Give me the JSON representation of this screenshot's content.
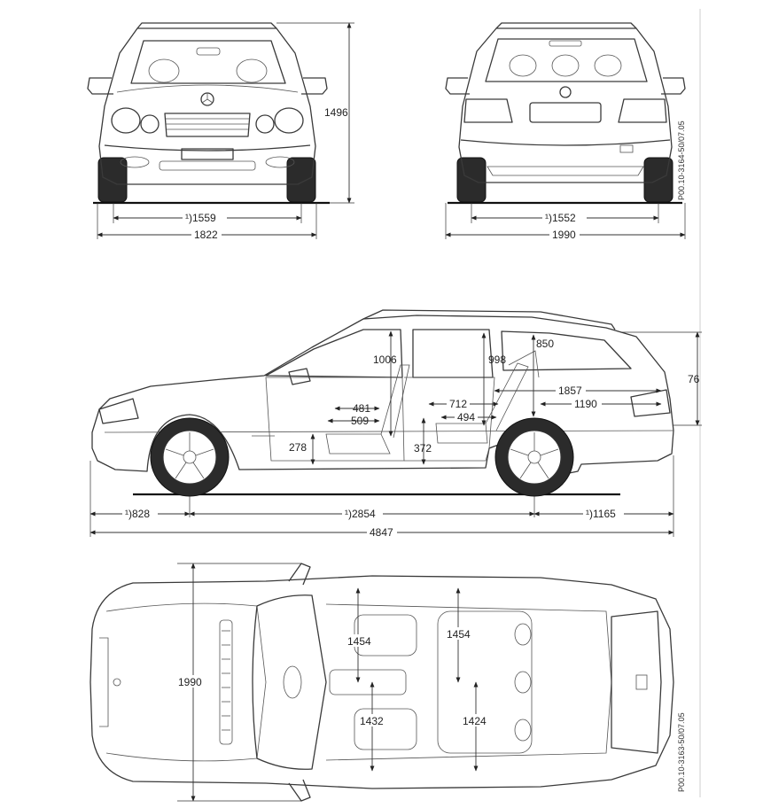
{
  "views": {
    "front": {
      "track": "¹)1559",
      "width": "1822",
      "height": "1496"
    },
    "rear": {
      "track": "¹)1552",
      "width_with_mirrors": "1990",
      "drawing_code": "P00.10-3164-50/07.05"
    },
    "side": {
      "front_overhang": "¹)828",
      "wheelbase": "¹)2854",
      "rear_overhang": "¹)1165",
      "length": "4847",
      "front_headroom": "1006",
      "rear_headroom": "998",
      "cargo_opening_height": "850",
      "load_length": "1857",
      "cargo_length": "1190",
      "front_seat_a": "481",
      "front_seat_b": "509",
      "rear_legroom": "712",
      "rear_seat_depth": "494",
      "front_floor_height": "278",
      "rear_seat_height": "372",
      "tailgate_height": "76"
    },
    "top": {
      "width": "1990",
      "front_shoulder": "1454",
      "rear_shoulder": "1454",
      "front_hip": "1432",
      "rear_hip": "1424",
      "drawing_code": "P00.10-3163-50/07.05"
    }
  }
}
